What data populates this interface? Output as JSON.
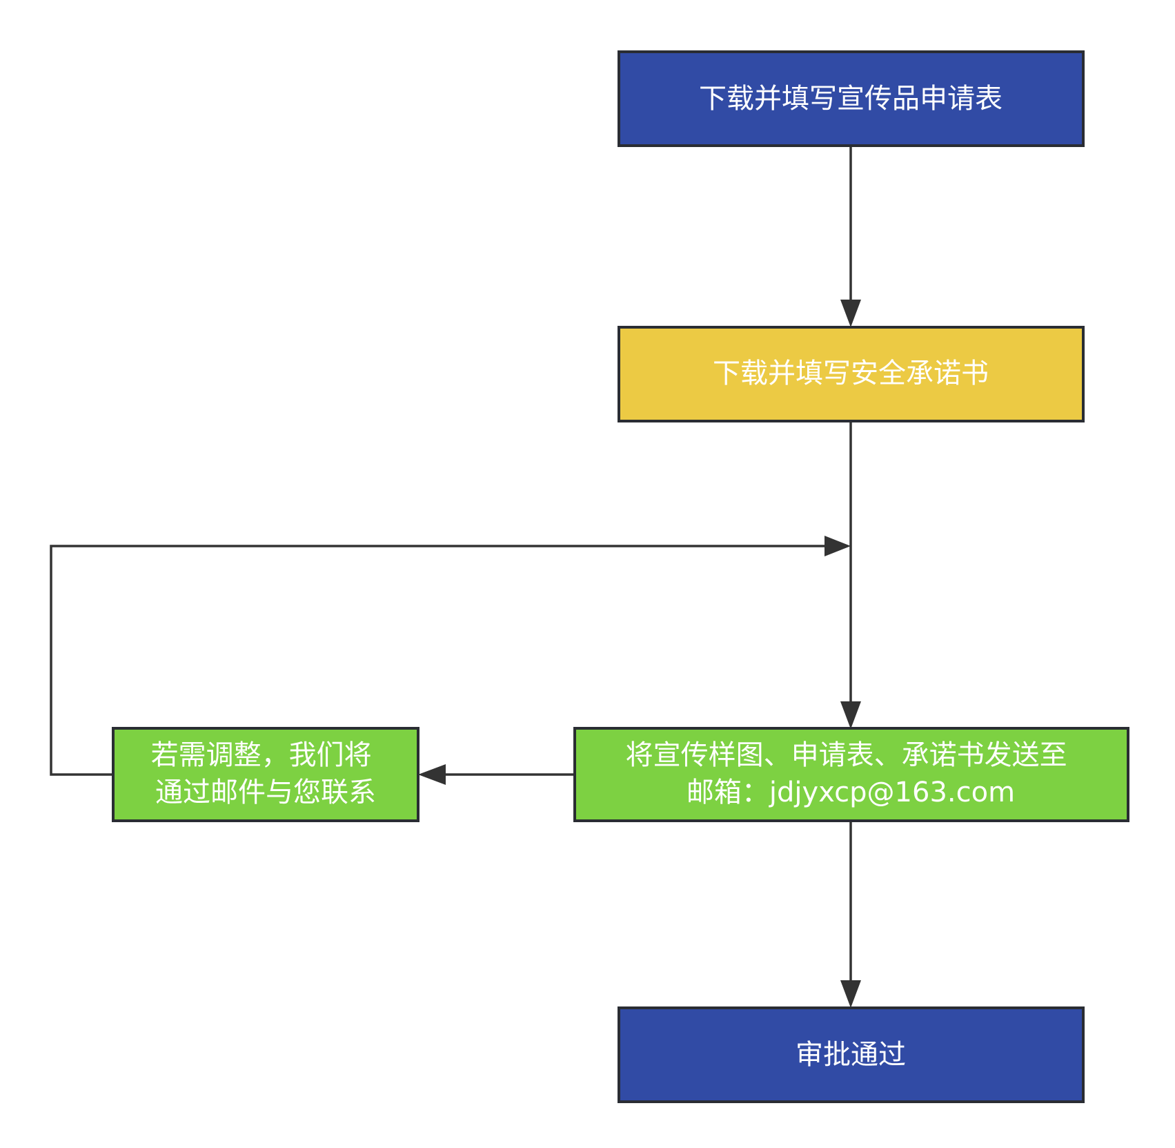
{
  "diagram": {
    "nodes": [
      {
        "id": "n1",
        "lines": [
          "下载并填写宣传品申请表"
        ],
        "fill": "#314ba5"
      },
      {
        "id": "n2",
        "lines": [
          "下载并填写安全承诺书"
        ],
        "fill": "#ecca44"
      },
      {
        "id": "n3",
        "lines": [
          "将宣传样图、申请表、承诺书发送至",
          "邮箱：jdjyxcp@163.com"
        ],
        "fill": "#7dd142"
      },
      {
        "id": "n4",
        "lines": [
          "若需调整，我们将",
          "通过邮件与您联系"
        ],
        "fill": "#7dd142"
      },
      {
        "id": "n5",
        "lines": [
          "审批通过"
        ],
        "fill": "#314ba5"
      }
    ],
    "edges": [
      {
        "from": "n1",
        "to": "n2"
      },
      {
        "from": "n2",
        "to": "n3"
      },
      {
        "from": "n3",
        "to": "n4"
      },
      {
        "from": "n4",
        "to": "n3",
        "note": "loop back into n2→n3 line"
      },
      {
        "from": "n3",
        "to": "n5"
      }
    ]
  }
}
